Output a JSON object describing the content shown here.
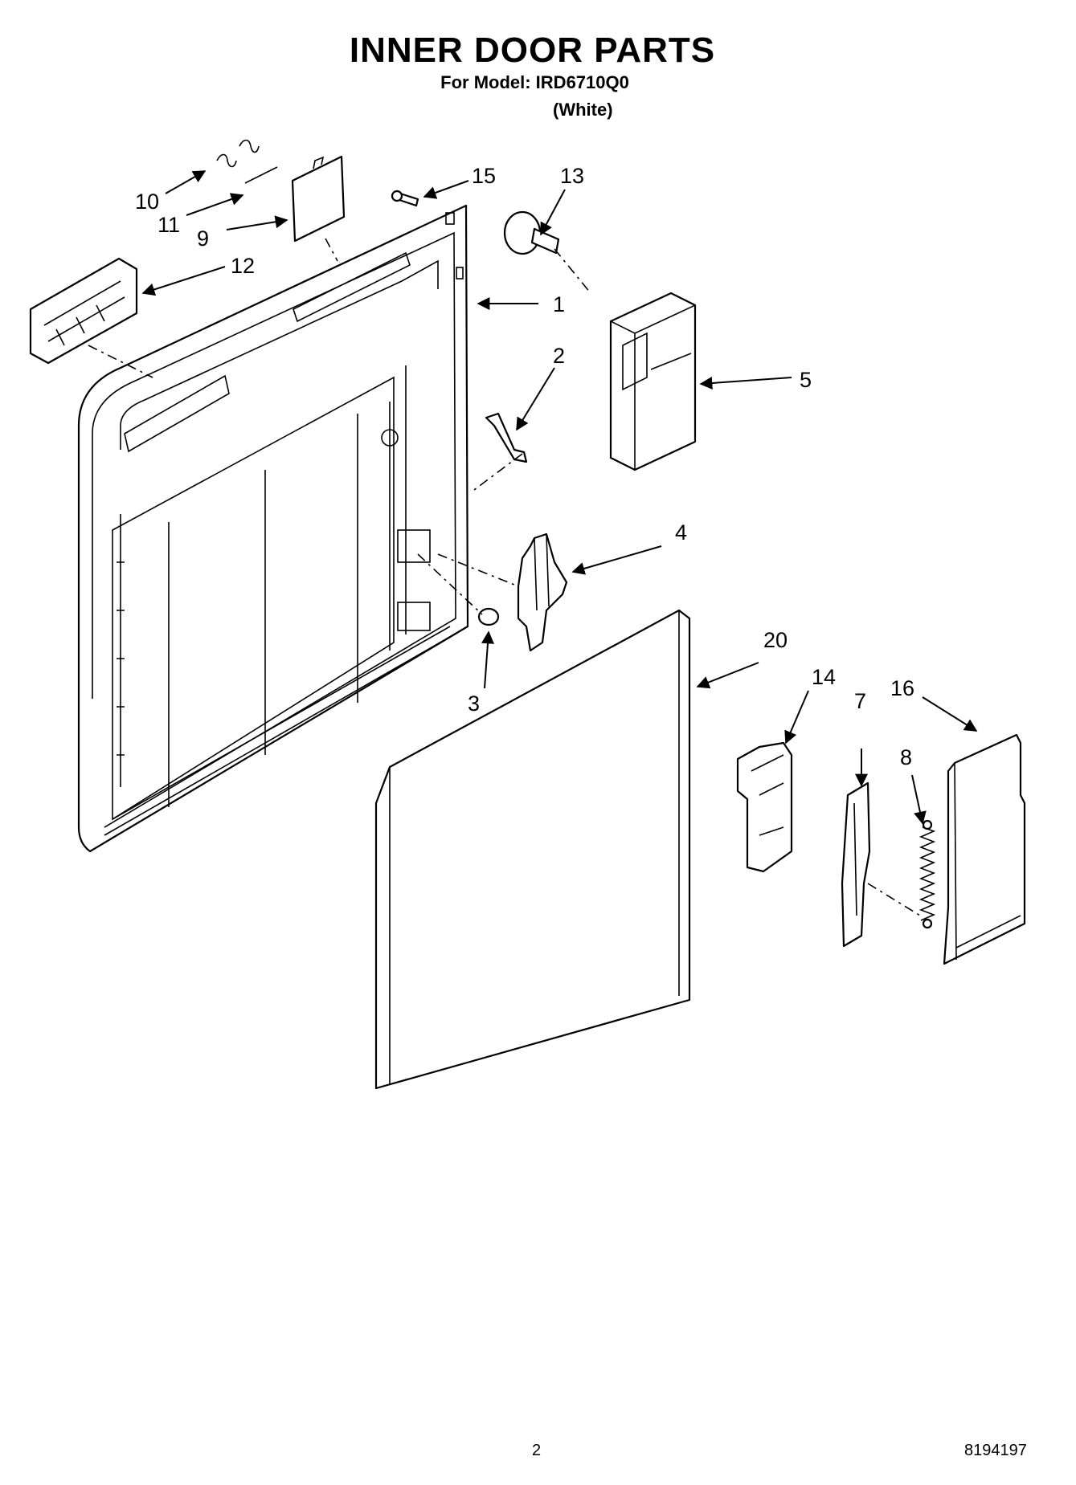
{
  "header": {
    "title": "INNER DOOR PARTS",
    "model_line": "For Model: IRD6710Q0",
    "variant": "(White)"
  },
  "callouts": [
    "1",
    "2",
    "3",
    "4",
    "5",
    "7",
    "8",
    "9",
    "10",
    "11",
    "12",
    "13",
    "14",
    "15",
    "16",
    "20"
  ],
  "footer": {
    "page_number": "2",
    "document_number": "8194197"
  }
}
